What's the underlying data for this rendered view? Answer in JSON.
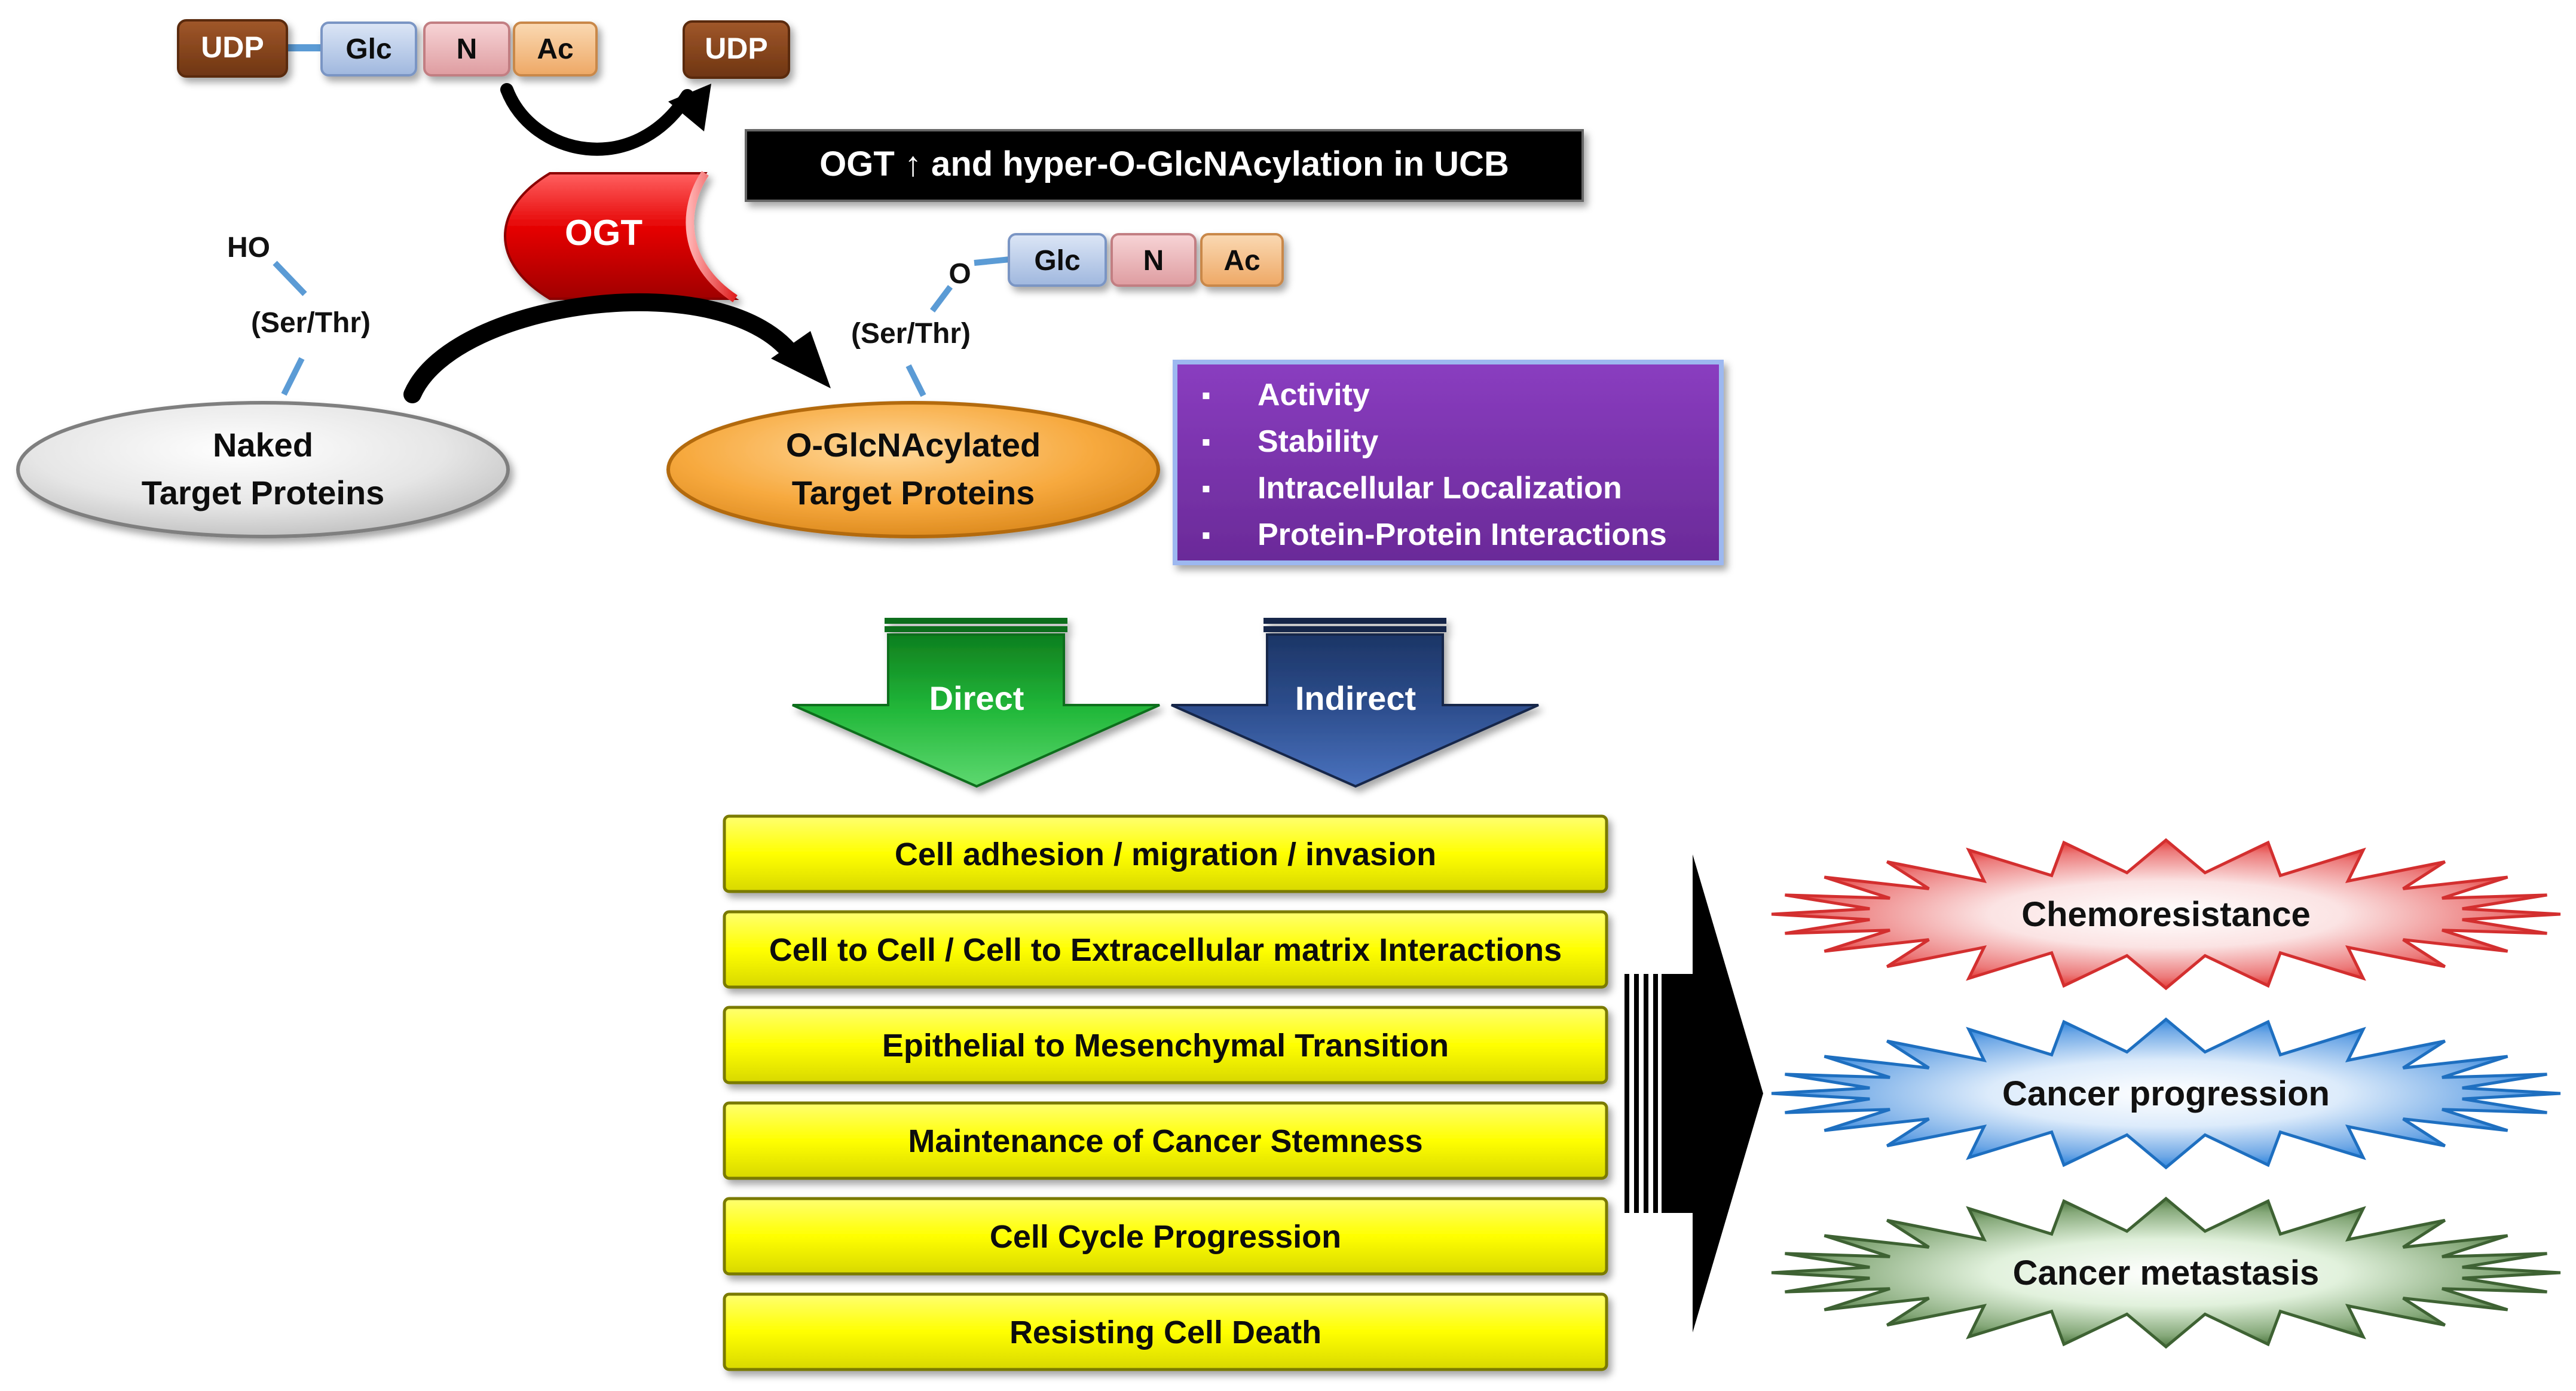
{
  "colors": {
    "udp": "#8B4513",
    "glc": "#B9CCEA",
    "n": "#EDB3B6",
    "ac": "#F5C28C",
    "link": "#5B9BD5",
    "ogt": "#E00000",
    "naked_protein": "#E3E3E3",
    "glcnac_protein": "#F5A73C",
    "effects_box": "#7030A0",
    "direct_arrow": "#1FAF34",
    "indirect_arrow": "#2E4F8F",
    "process_box": "#FFFF00",
    "outcome_red": "#E53935",
    "outcome_blue": "#2E86DE",
    "outcome_green": "#4F7942"
  },
  "sugar": {
    "udp_label": "UDP",
    "released_udp_label": "UDP",
    "glc_label": "Glc",
    "n_label": "N",
    "ac_label": "Ac"
  },
  "enzyme": {
    "label": "OGT"
  },
  "banner": {
    "text": "OGT ↑ and hyper-O-GlcNAcylation in UCB"
  },
  "naked": {
    "hydroxyl_label": "HO",
    "residue_label": "(Ser/Thr)",
    "line1": "Naked",
    "line2": "Target Proteins"
  },
  "modified": {
    "oxygen_label": "O",
    "glc_label": "Glc",
    "n_label": "N",
    "ac_label": "Ac",
    "residue_label": "(Ser/Thr)",
    "line1": "O-GlcNAcylated",
    "line2": "Target Proteins"
  },
  "effects": {
    "bullet": "▪",
    "items": [
      "Activity",
      "Stability",
      "Intracellular Localization",
      "Protein-Protein Interactions"
    ]
  },
  "routes": {
    "direct_label": "Direct",
    "indirect_label": "Indirect"
  },
  "processes": [
    "Cell adhesion / migration / invasion",
    "Cell to Cell / Cell to Extracellular matrix Interactions",
    "Epithelial to Mesenchymal Transition",
    "Maintenance of Cancer Stemness",
    "Cell Cycle Progression",
    "Resisting Cell Death"
  ],
  "outcomes": [
    "Chemoresistance",
    "Cancer progression",
    "Cancer metastasis"
  ]
}
